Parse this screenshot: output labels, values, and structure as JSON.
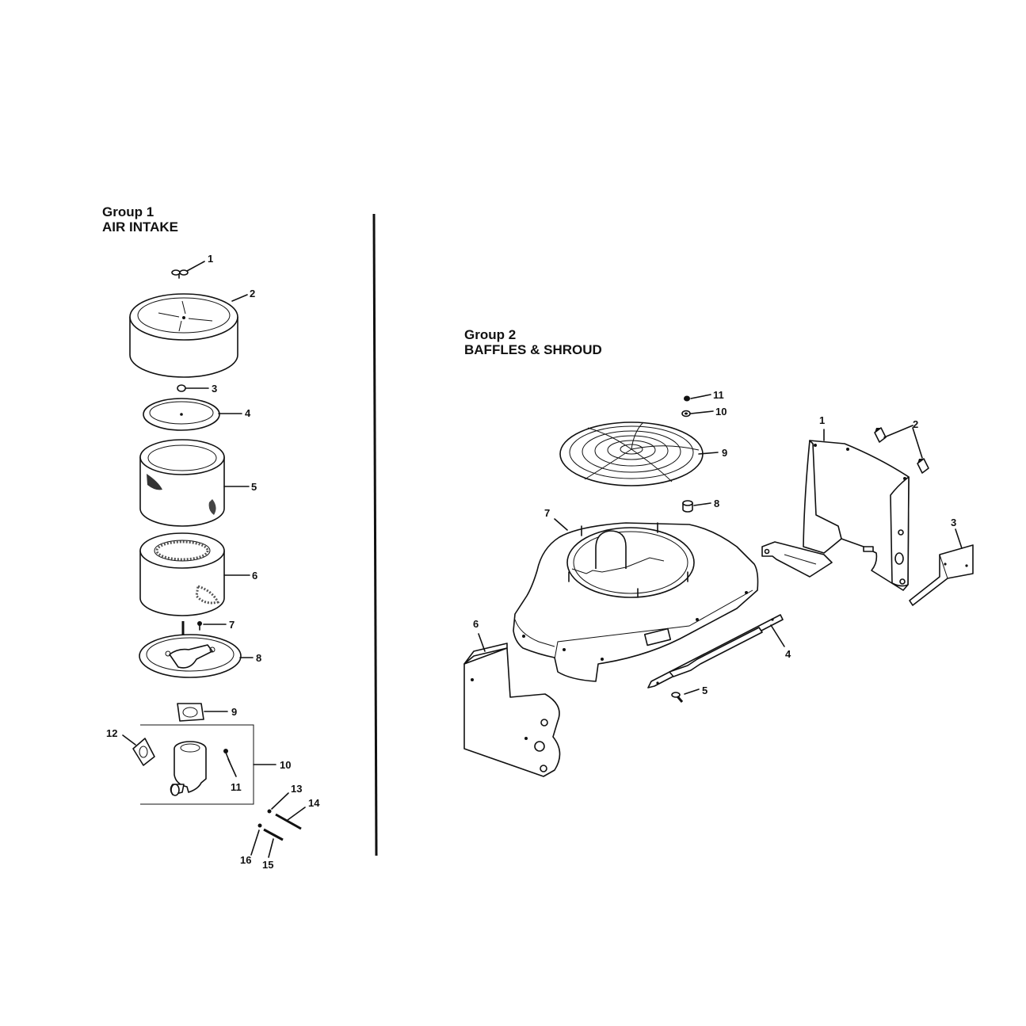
{
  "group1": {
    "title": "Group 1",
    "subtitle": "AIR INTAKE",
    "callouts": [
      "1",
      "2",
      "3",
      "4",
      "5",
      "6",
      "7",
      "8",
      "9",
      "10",
      "11",
      "12",
      "13",
      "14",
      "15",
      "16"
    ]
  },
  "group2": {
    "title": "Group 2",
    "subtitle": "BAFFLES & SHROUD",
    "callouts": [
      "1",
      "2",
      "3",
      "4",
      "5",
      "6",
      "7",
      "8",
      "9",
      "10",
      "11"
    ]
  }
}
